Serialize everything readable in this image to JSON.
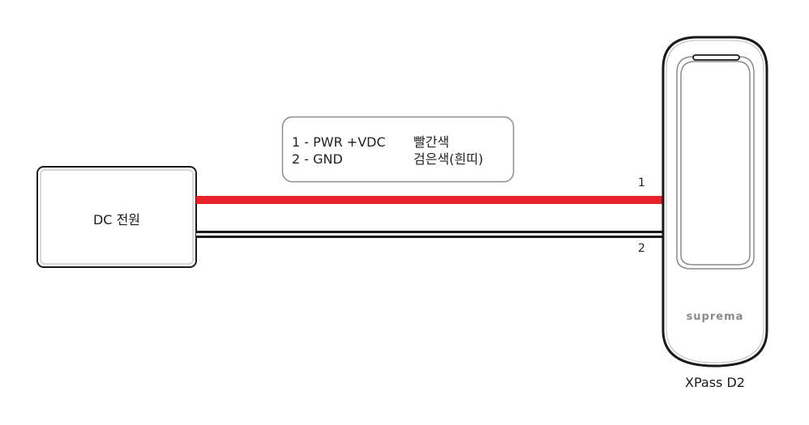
{
  "legend": {
    "rows": [
      {
        "pin": "1 - PWR +VDC",
        "color": "빨간색"
      },
      {
        "pin": "2 - GND",
        "color": "검은색(흰띠)"
      }
    ]
  },
  "power_source": {
    "label": "DC 전원"
  },
  "wires": [
    {
      "pin": "1",
      "name": "PWR +VDC",
      "color_hex": "#e8222b"
    },
    {
      "pin": "2",
      "name": "GND",
      "color_hex": "#1a1a1a",
      "stripe_hex": "#ffffff"
    }
  ],
  "device": {
    "name": "XPass D2",
    "brand": "suprema"
  }
}
